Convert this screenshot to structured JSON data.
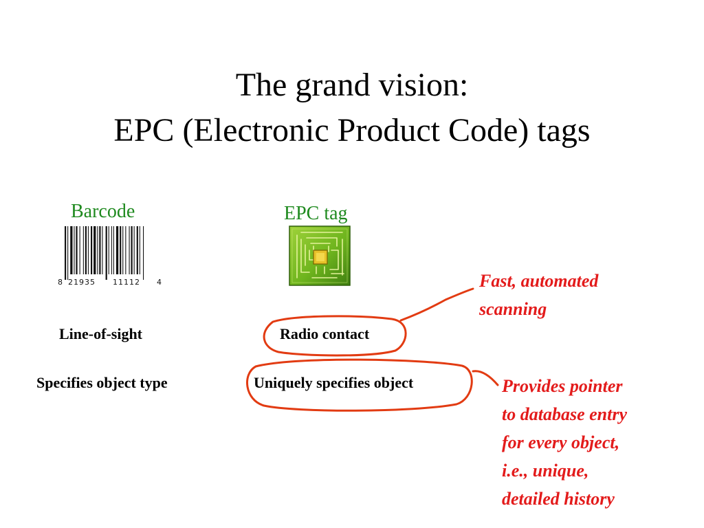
{
  "slide": {
    "title_line_1": "The grand vision:",
    "title_line_2": "EPC (Electronic Product Code) tags"
  },
  "columns": {
    "barcode_label": "Barcode",
    "epc_label": "EPC tag",
    "label_color": "#1f8a1f"
  },
  "barcode": {
    "digits_lead": "8",
    "digits_group_1": "21935",
    "digits_group_2": "11112",
    "digits_check": "4"
  },
  "rows": {
    "row1_left": "Line-of-sight",
    "row1_right": "Radio contact",
    "row2_left": "Specifies object type",
    "row2_right": "Uniquely specifies object"
  },
  "notes": {
    "fast_line_1": "Fast, automated",
    "fast_line_2": "scanning",
    "provides_line_1": "Provides pointer",
    "provides_line_2": "to database entry",
    "provides_line_3": "for every object,",
    "provides_line_4": "i.e., unique,",
    "provides_line_5": "detailed history",
    "color": "#e31b1b"
  },
  "icons": {
    "barcode": "barcode-icon",
    "chip": "chip-icon"
  }
}
